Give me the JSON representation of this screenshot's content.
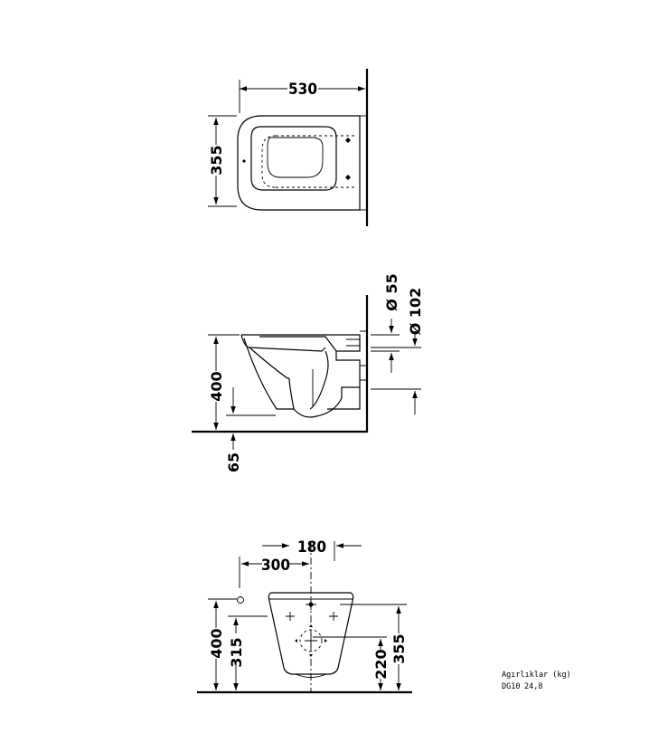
{
  "top_view": {
    "width": "530",
    "depth": "355"
  },
  "side_view": {
    "dia_small": "Ø 55",
    "dia_large": "Ø 102",
    "height": "400",
    "floor_gap": "65"
  },
  "front_view": {
    "dim_180": "180",
    "dim_300": "300",
    "dim_400": "400",
    "dim_315": "315",
    "dim_220": "220",
    "dim_355": "355"
  },
  "weights": {
    "heading": "Agırlıklar (kg)",
    "model": "DG10",
    "value": "24,8"
  }
}
